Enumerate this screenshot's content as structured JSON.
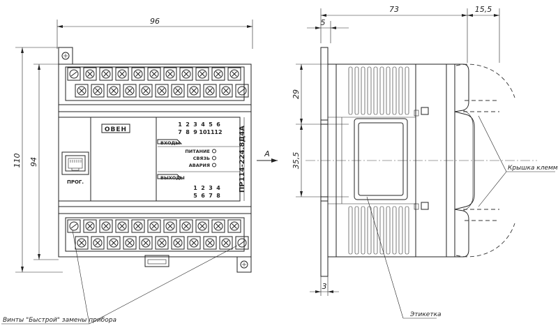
{
  "dimensions": {
    "front_width": "96",
    "front_height_total": "110",
    "front_height_body": "94",
    "side_depth": "73",
    "side_cover": "15,5",
    "side_rail_offset": "5",
    "side_rail_thickness": "3",
    "side_upper": "29",
    "side_rail_height": "35,5"
  },
  "front_panel": {
    "logo": "ОВЕН",
    "prog_label": "ПРОГ.",
    "inputs_header": "ВХОДЫ",
    "outputs_header": "ВЫХОДЫ",
    "input_numbers_row1": [
      "1",
      "2",
      "3",
      "4",
      "5",
      "6"
    ],
    "input_numbers_row2": [
      "7",
      "8",
      "9",
      "10",
      "11",
      "12"
    ],
    "output_numbers_row1": [
      "1",
      "2",
      "3",
      "4"
    ],
    "output_numbers_row2": [
      "5",
      "6",
      "7",
      "8"
    ],
    "indicators": [
      "ПИТАНИЕ",
      "СВЯЗЬ",
      "АВАРИЯ"
    ],
    "model": "ПР114-224.8Д4А"
  },
  "labels": {
    "view_a": "A",
    "screws": "Винты \"Быстрой\" замены прибора",
    "cover": "Крышка клеммная",
    "label_sticker": "Этикетка"
  }
}
